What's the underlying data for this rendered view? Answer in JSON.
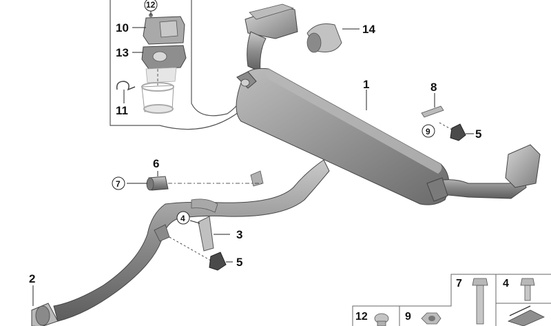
{
  "diagram": {
    "callouts": {
      "c1": "1",
      "c2": "2",
      "c3": "3",
      "c4": "4",
      "c5a": "5",
      "c5b": "5",
      "c6": "6",
      "c7": "7",
      "c8": "8",
      "c9": "9",
      "c10": "10",
      "c11": "11",
      "c12": "12",
      "c13": "13",
      "c14": "14"
    },
    "parts_table": {
      "p7": "7",
      "p4": "4",
      "p12": "12",
      "p9": "9"
    }
  },
  "colors": {
    "part_fill": "#9a9a9a",
    "part_dark": "#6e6e6e",
    "part_light": "#c4c4c4",
    "line": "#222222",
    "frame": "#555555"
  }
}
